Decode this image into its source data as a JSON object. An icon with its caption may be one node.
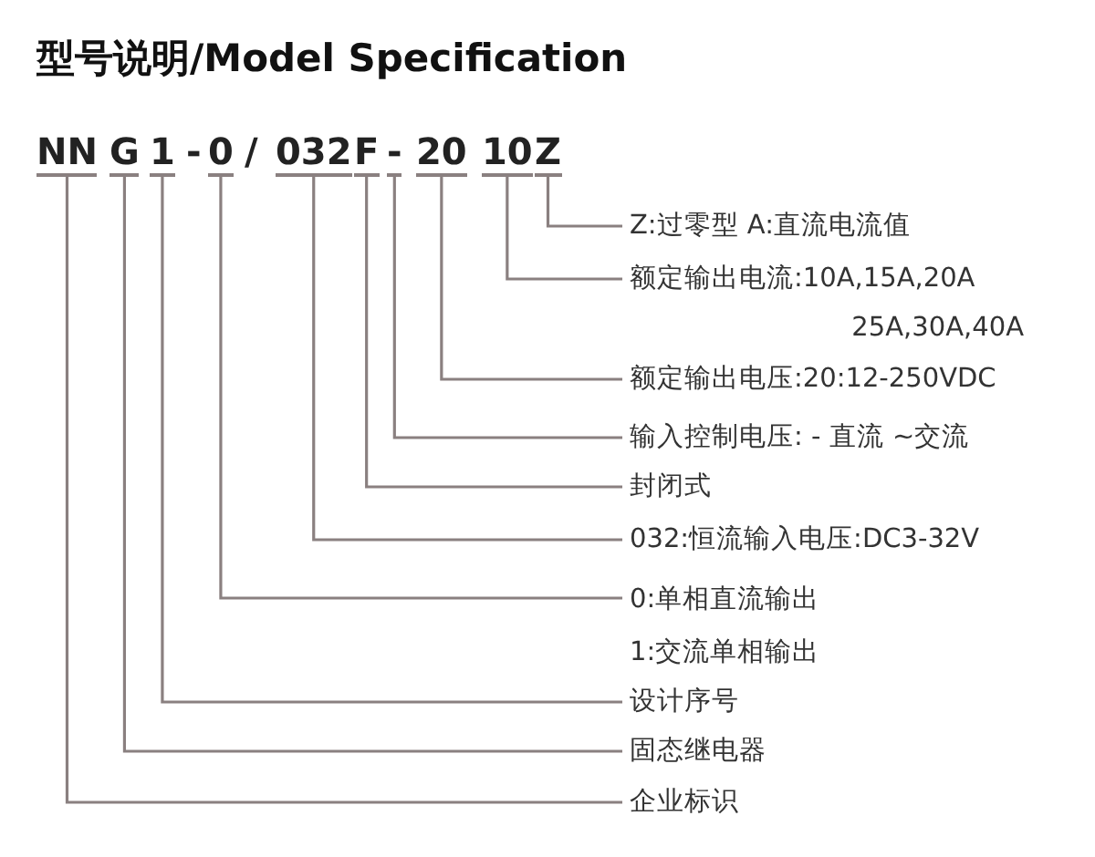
{
  "diagram": {
    "title": "型号说明/Model Specification",
    "nodes": [
      {
        "text": [
          "NN"
        ]
      },
      {
        "text": [
          "G"
        ]
      },
      {
        "text": [
          "1"
        ]
      },
      {
        "text": [
          "0"
        ]
      },
      {
        "text": [
          "032"
        ]
      },
      {
        "text": [
          "F"
        ]
      },
      {
        "text": [
          "-"
        ]
      },
      {
        "text": [
          "20"
        ]
      },
      {
        "text": [
          "10"
        ]
      },
      {
        "text": [
          "Z"
        ]
      },
      {
        "text": [
          "Z:过零型 A:直流电流值"
        ]
      },
      {
        "text": [
          "额定输出电流:10A,15A,20A 25A,30A,40A"
        ]
      },
      {
        "text": [
          "额定输出电压:20:12-250VDC"
        ]
      },
      {
        "text": [
          "输入控制电压: - 直流  ~交流"
        ]
      },
      {
        "text": [
          "封闭式"
        ]
      },
      {
        "text": [
          "032:恒流输入电压:DC3-32V"
        ]
      },
      {
        "text": [
          "0:单相直流输出",
          "1:交流单相输出"
        ]
      },
      {
        "text": [
          "设计序号"
        ]
      },
      {
        "text": [
          "固态继电器"
        ]
      },
      {
        "text": [
          "企业标识"
        ]
      }
    ],
    "edges": [
      {
        "from": 9,
        "to": 10,
        "arrow": "none"
      },
      {
        "from": 8,
        "to": 11,
        "arrow": "none"
      },
      {
        "from": 7,
        "to": 12,
        "arrow": "none"
      },
      {
        "from": 6,
        "to": 13,
        "arrow": "none"
      },
      {
        "from": 5,
        "to": 14,
        "arrow": "none"
      },
      {
        "from": 4,
        "to": 15,
        "arrow": "none"
      },
      {
        "from": 3,
        "to": 16,
        "arrow": "none"
      },
      {
        "from": 2,
        "to": 17,
        "arrow": "none"
      },
      {
        "from": 1,
        "to": 18,
        "arrow": "none"
      },
      {
        "from": 0,
        "to": 19,
        "arrow": "none"
      }
    ],
    "labels": [
      "-",
      "/"
    ]
  }
}
